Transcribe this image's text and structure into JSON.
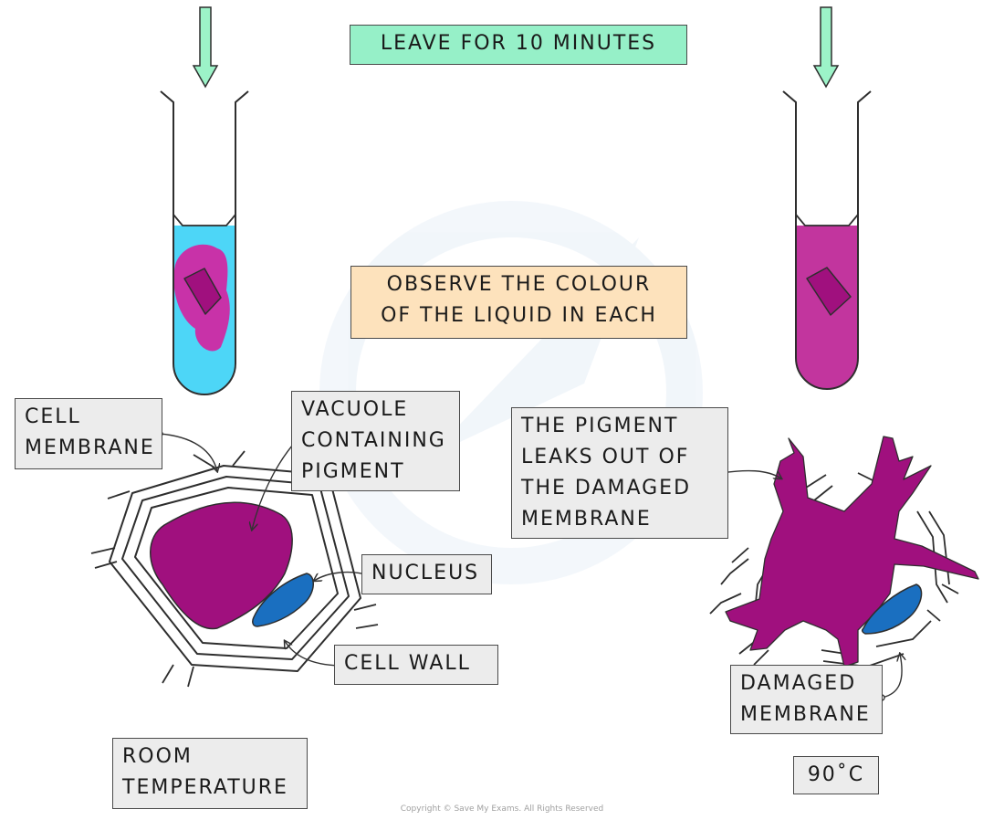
{
  "instructions": {
    "leave": "LEAVE FOR 10 MINUTES",
    "observe_lines": [
      "OBSERVE THE COLOUR",
      "OF THE LIQUID IN EACH"
    ]
  },
  "left_cell": {
    "cell_membrane_lines": [
      "CELL",
      "MEMBRANE"
    ],
    "vacuole_lines": [
      "VACUOLE",
      "CONTAINING",
      "PIGMENT"
    ],
    "nucleus": "NUCLEUS",
    "cell_wall": "CELL WALL",
    "condition_lines": [
      "ROOM",
      "TEMPERATURE"
    ]
  },
  "right_cell": {
    "pigment_leak_lines": [
      "THE PIGMENT",
      "LEAKS OUT OF",
      "THE DAMAGED",
      "MEMBRANE"
    ],
    "damaged_membrane_lines": [
      "DAMAGED",
      "MEMBRANE"
    ],
    "condition": "90˚C"
  },
  "footer": "Copyright © Save My Exams. All Rights Reserved",
  "colors": {
    "pigment": "#a0107e",
    "pigment_light": "#c832a8",
    "nucleus": "#1a6fc0",
    "liquid_clear": "#4dd6f7",
    "liquid_pigmented": "#c2359e",
    "arrow": "#9cf3c8",
    "label_bg": "#ececec"
  }
}
